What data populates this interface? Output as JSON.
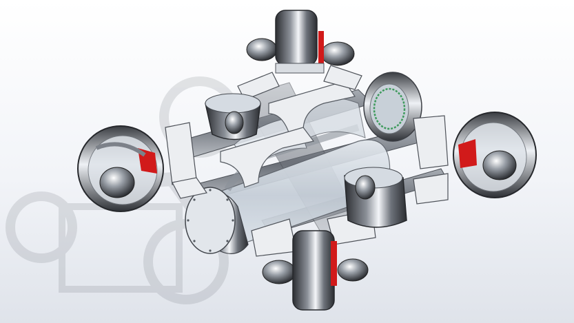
{
  "scene": {
    "subject": "rov-assembly",
    "view": "isometric",
    "parts": [
      "pressure-hull",
      "end-cap",
      "frame-rail",
      "mount-bracket",
      "thruster",
      "thruster-shroud",
      "propeller-hub",
      "ground-reflection"
    ]
  },
  "colors": {
    "background_top": "#ffffff",
    "background_bottom": "#dfe3ea",
    "chrome_dark": "#2b2d31",
    "chrome_mid": "#8a8f97",
    "chrome_light": "#f4f6f9",
    "glass": "#c9d2dc",
    "bracket": "#e8eaee",
    "rail": "#7b8088",
    "accent_red": "#d11a1a",
    "shadow": "#b9bec6"
  }
}
